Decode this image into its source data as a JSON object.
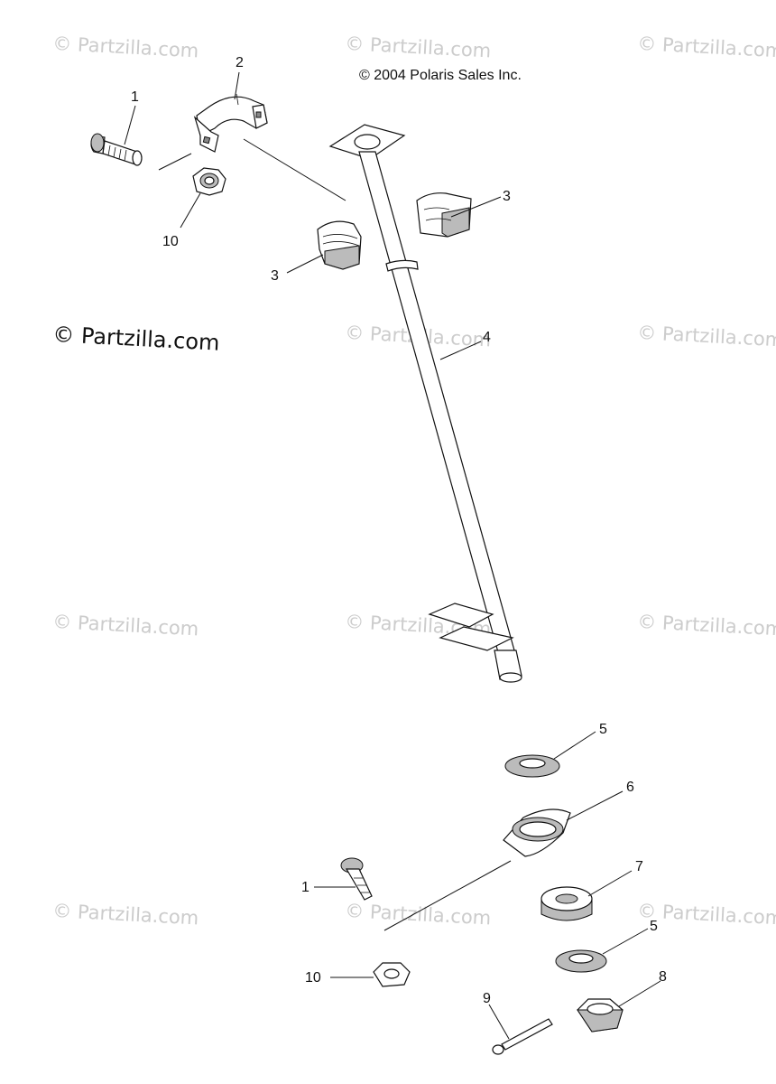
{
  "copyright": "© 2004 Polaris Sales Inc.",
  "watermark_main": "© Partzilla.com",
  "watermark": "© Partzilla.com",
  "callouts": {
    "c1_top": "1",
    "c2": "2",
    "c3_right": "3",
    "c3_left": "3",
    "c4": "4",
    "c5_top": "5",
    "c5_bottom": "5",
    "c6": "6",
    "c7": "7",
    "c8": "8",
    "c9": "9",
    "c10_top": "10",
    "c10_bottom": "10",
    "c1_bottom": "1"
  }
}
